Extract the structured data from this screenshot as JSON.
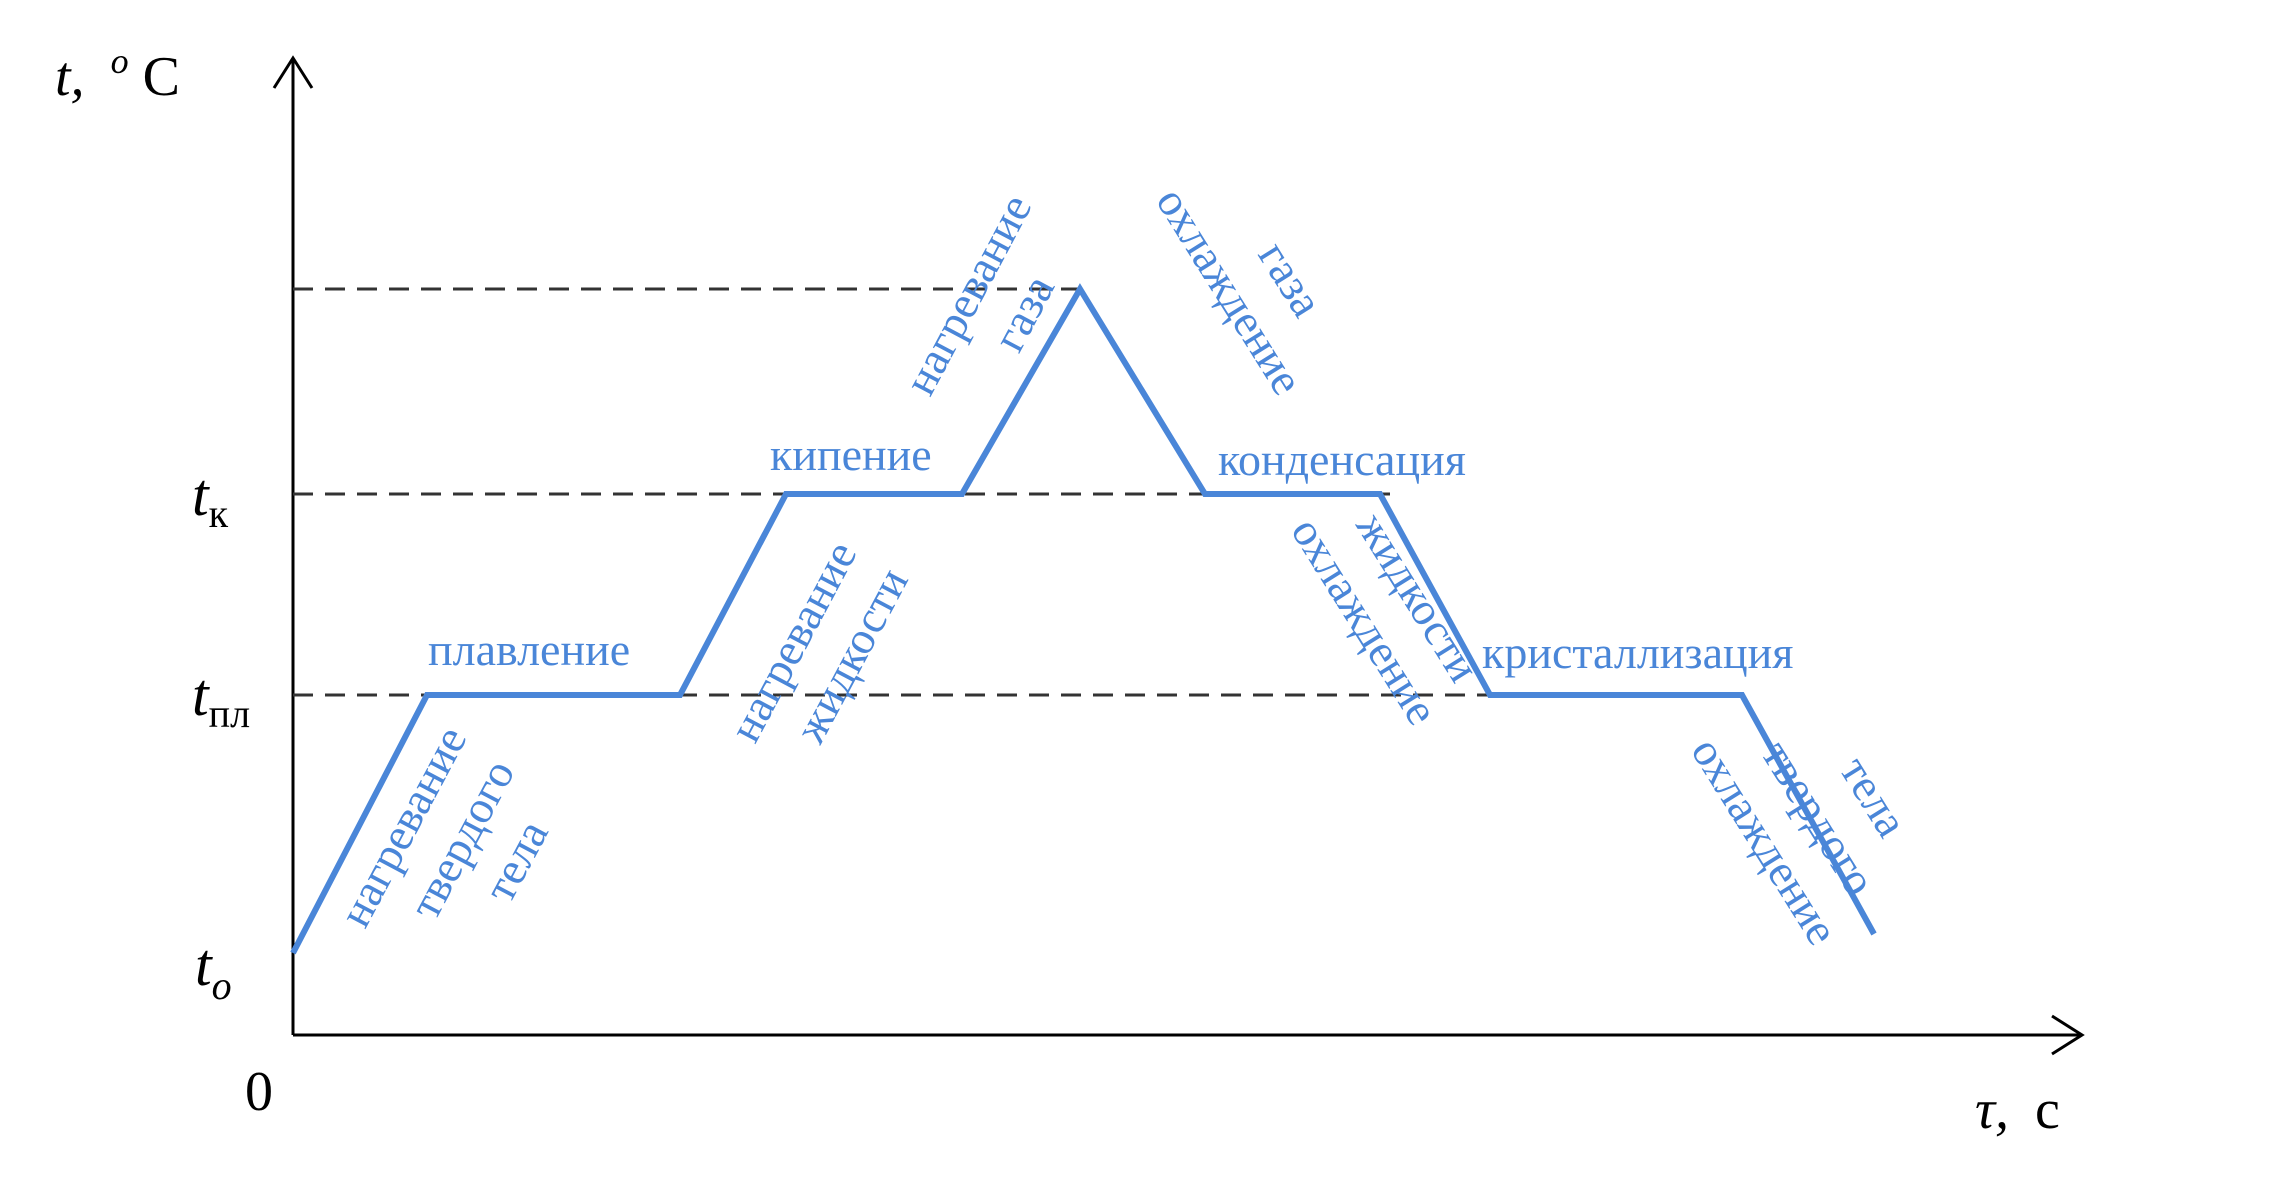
{
  "colors": {
    "curve": "#4a86d8",
    "axis": "#000000",
    "dashed": "#333333",
    "label": "#4a86d8"
  },
  "axes": {
    "y_symbol": "t,",
    "y_unit_sup": "o",
    "y_unit": "C",
    "x_symbol": "τ,",
    "x_unit": "с",
    "origin": "0"
  },
  "levels": {
    "t0": {
      "main": "t",
      "sub": "o"
    },
    "tpl": {
      "main": "t",
      "sub": "пл"
    },
    "tk": {
      "main": "t",
      "sub": "к"
    }
  },
  "labels": {
    "heat_solid": [
      "нагревание",
      "твердого",
      "тела"
    ],
    "melting": "плавление",
    "heat_liquid": [
      "нагревание",
      "жидкости"
    ],
    "boiling": "кипение",
    "heat_gas": [
      "нагревание",
      "газа"
    ],
    "cool_gas": [
      "охлаждение",
      "газа"
    ],
    "condensation": "конденсация",
    "cool_liquid": [
      "охлаждение",
      "жидкости"
    ],
    "crystallization": "кристаллизация",
    "cool_solid": [
      "охлаждение",
      "твердого",
      "тела"
    ]
  }
}
